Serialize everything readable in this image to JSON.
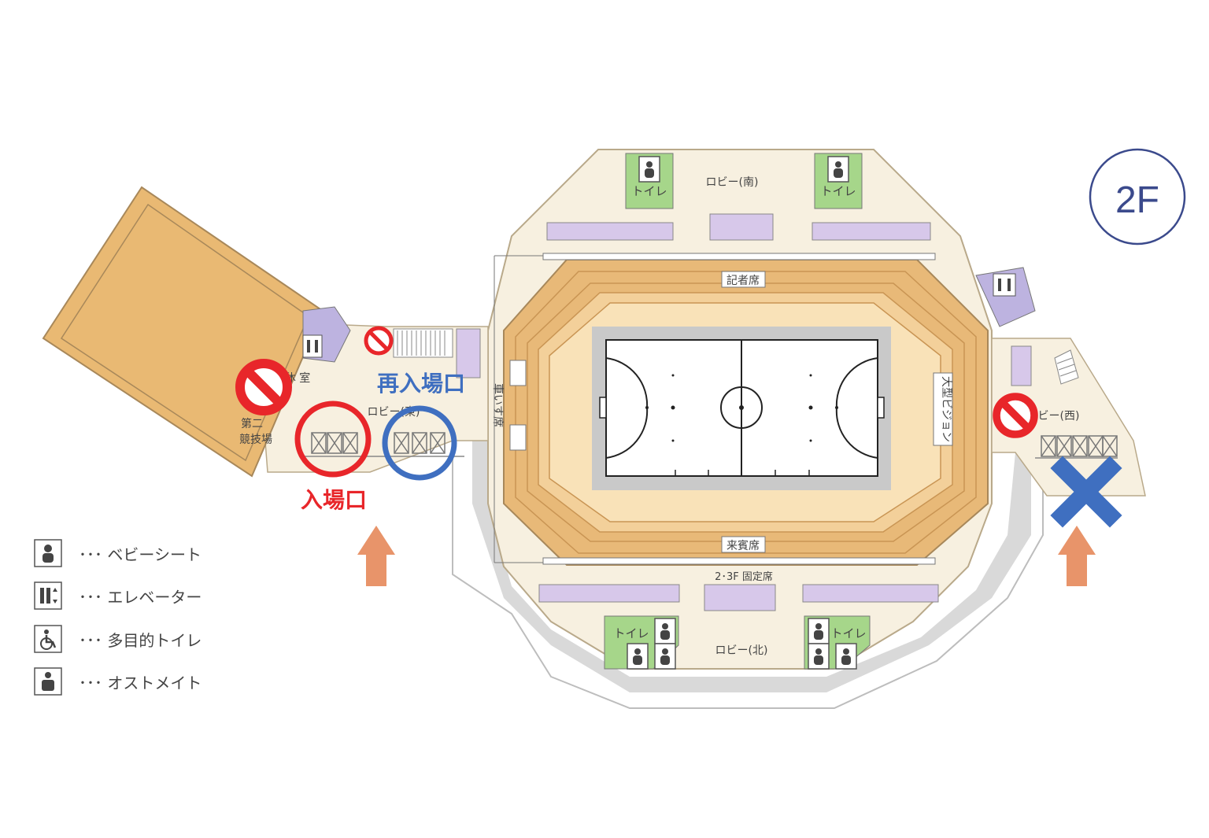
{
  "floor": "2F",
  "labels": {
    "lobby_south": "ロビー(南)",
    "lobby_north": "ロビー(北)",
    "lobby_east": "ロビー(東)",
    "lobby_west": "ビー(西)",
    "press_seats": "記者席",
    "guest_seats": "来賓席",
    "fixed_seats": "2･3F 固定席",
    "wheelchair_seats": "車いす席",
    "big_screen": "大型ビジョン",
    "rest_room": "休 室",
    "second_arena_1": "第二",
    "second_arena_2": "競技場",
    "toilet": "トイレ"
  },
  "annotations": {
    "entrance": "入場口",
    "reentry": "再入場口"
  },
  "legend": [
    {
      "icon": "baby-seat-icon",
      "text": "･･･ ベビーシート"
    },
    {
      "icon": "elevator-icon",
      "text": "･･･ エレベーター"
    },
    {
      "icon": "accessible-toilet-icon",
      "text": "･･･ 多目的トイレ"
    },
    {
      "icon": "ostomate-icon",
      "text": "･･･ オストメイト"
    }
  ],
  "colors": {
    "corridor": "#f7f0e0",
    "walkway": "#d9d9d9",
    "seating": "#e8b978",
    "purple": "#d7c8ea",
    "green": "#a6d68a",
    "entrance_circle": "#e8262a",
    "reentry_circle": "#3f6fc0",
    "arrow": "#e8946a",
    "cross": "#3f6fc0",
    "floor_badge": "#3b4a8c"
  }
}
